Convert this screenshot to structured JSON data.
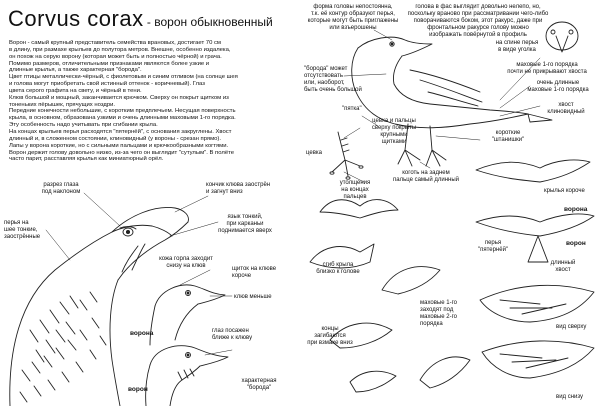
{
  "header": {
    "latin_name": "Corvus corax",
    "separator": " - ",
    "russian_name": "ворон обыкновенный"
  },
  "description": "Ворон - самый крупный представитель семейства врановых, достигает 70 см\nв длину, при размахе крыльев до полутора метров. Внешне, особенно издалека,\nон похож на серую ворону (которая может быть и полностью чёрной) и грача.\nПомимо размеров, отличительными признаками являются более узкие и\nдлинные крылья, а также характерная \"борода\".\nЦвет птицы металлически-чёрный, с фиолетовым и синим отливом (на солнце шея\nи голова могут приобретать свой истинный оттенок - коричневый). Глаз\nцвета серого графита на свету, и чёрный в тени.\nКлюв большой и мощный, заканчивается крючком. Сверху он покрыт щитком из\nтоненьких пёрышек, прячущих ноздри.\nПередние конечности небольшие, с коротким предплечьем. Несущая поверхность\nкрыла, в основном, образована узкими и очень длинными маховыми 1-го порядка.\nЭту особенность надо учитывать при сгибании крыла.\nНа концах крыльев перья расходятся \"пятернёй\", с основания закруглены. Хвост\nдлинный и, в сложенном состоянии, клиновидный (у вороны - срезан прямо).\nЛапы у ворона короткие, но с сильными пальцами и крючкообразными когтями.\nВорон держит голову довольно низко, из-за чего он выглядит \"сутулым\". В полёте\nчасто парит, расставляя крылья как миниатюрный орёл.",
  "labels": {
    "head_feathers": "форма головы непостоянна,\nт.к. её контур образуют перья,\nкоторые могут быть приглажены\nили взъерошены",
    "front_view": "голова в фас выглядит довольно нелепо, но,\nпоскольку враново при рассматривании чего-либо\nповорачиваются боком, этот ракурс, даже при\nфронтальном ракурсе голову можно\nизображать повёрнутой в профиль",
    "pants_neck": "на спине перья\nв виде уголка",
    "primaries_reach": "маховые 1-го порядка\nпочти не прикрывают хвоста",
    "long_primaries": "очень длинные\nмаховые 1-го порядка",
    "beard_absent": "\"борода\" может\nотсутствовать\nили, наоборот,\nбыть очень большой",
    "tail_wedge": "хвост\nклиновидный",
    "pyatka": "\"пятка\"",
    "tarsus_shields": "цевка и пальцы\nсверху покрыты\nкрупными\nщитками",
    "cevka": "цевка",
    "short_shtanishki": "короткие\n\"штанишки\"",
    "claw_back": "коготь на заднем\nпальце самый длинный",
    "toe_thickenings": "утолщения\nна концах\nпальцев",
    "nostril": "разрез глаза\nпод наклоном",
    "pointy_feathers": "перья на\nшее тонкие,\nзаострённые",
    "beak_tip": "кончик клюва заострён\nи загнут вниз",
    "tongue": "язык тонкий,\nпри карканьи\nподнимается вверх",
    "throat": "кожа горла заходит\nснизу на клюв",
    "shield_short": "щиток на клюве\nкороче",
    "beak_smaller": "клюв меньше",
    "eye_low": "глаз посажен\nближе к клюву",
    "beard_char": "характерная\n\"борода\"",
    "crow": "ворона",
    "raven": "ворон",
    "wings_shorter": "крылья короче",
    "feathers_fingers": "перья\n\"пятернёй\"",
    "long_tail": "длинный\nхвост",
    "wing_bend": "сгиб крыла\nблизко к голове",
    "primaries_2nd": "маховые 1-го\nзаходят под\nмаховые 2-го\nпорядка",
    "top_view": "вид сверху",
    "bottom_view": "вид снизу",
    "tips_bend": "концы\nзагибаются\nпри взмахе вниз"
  }
}
